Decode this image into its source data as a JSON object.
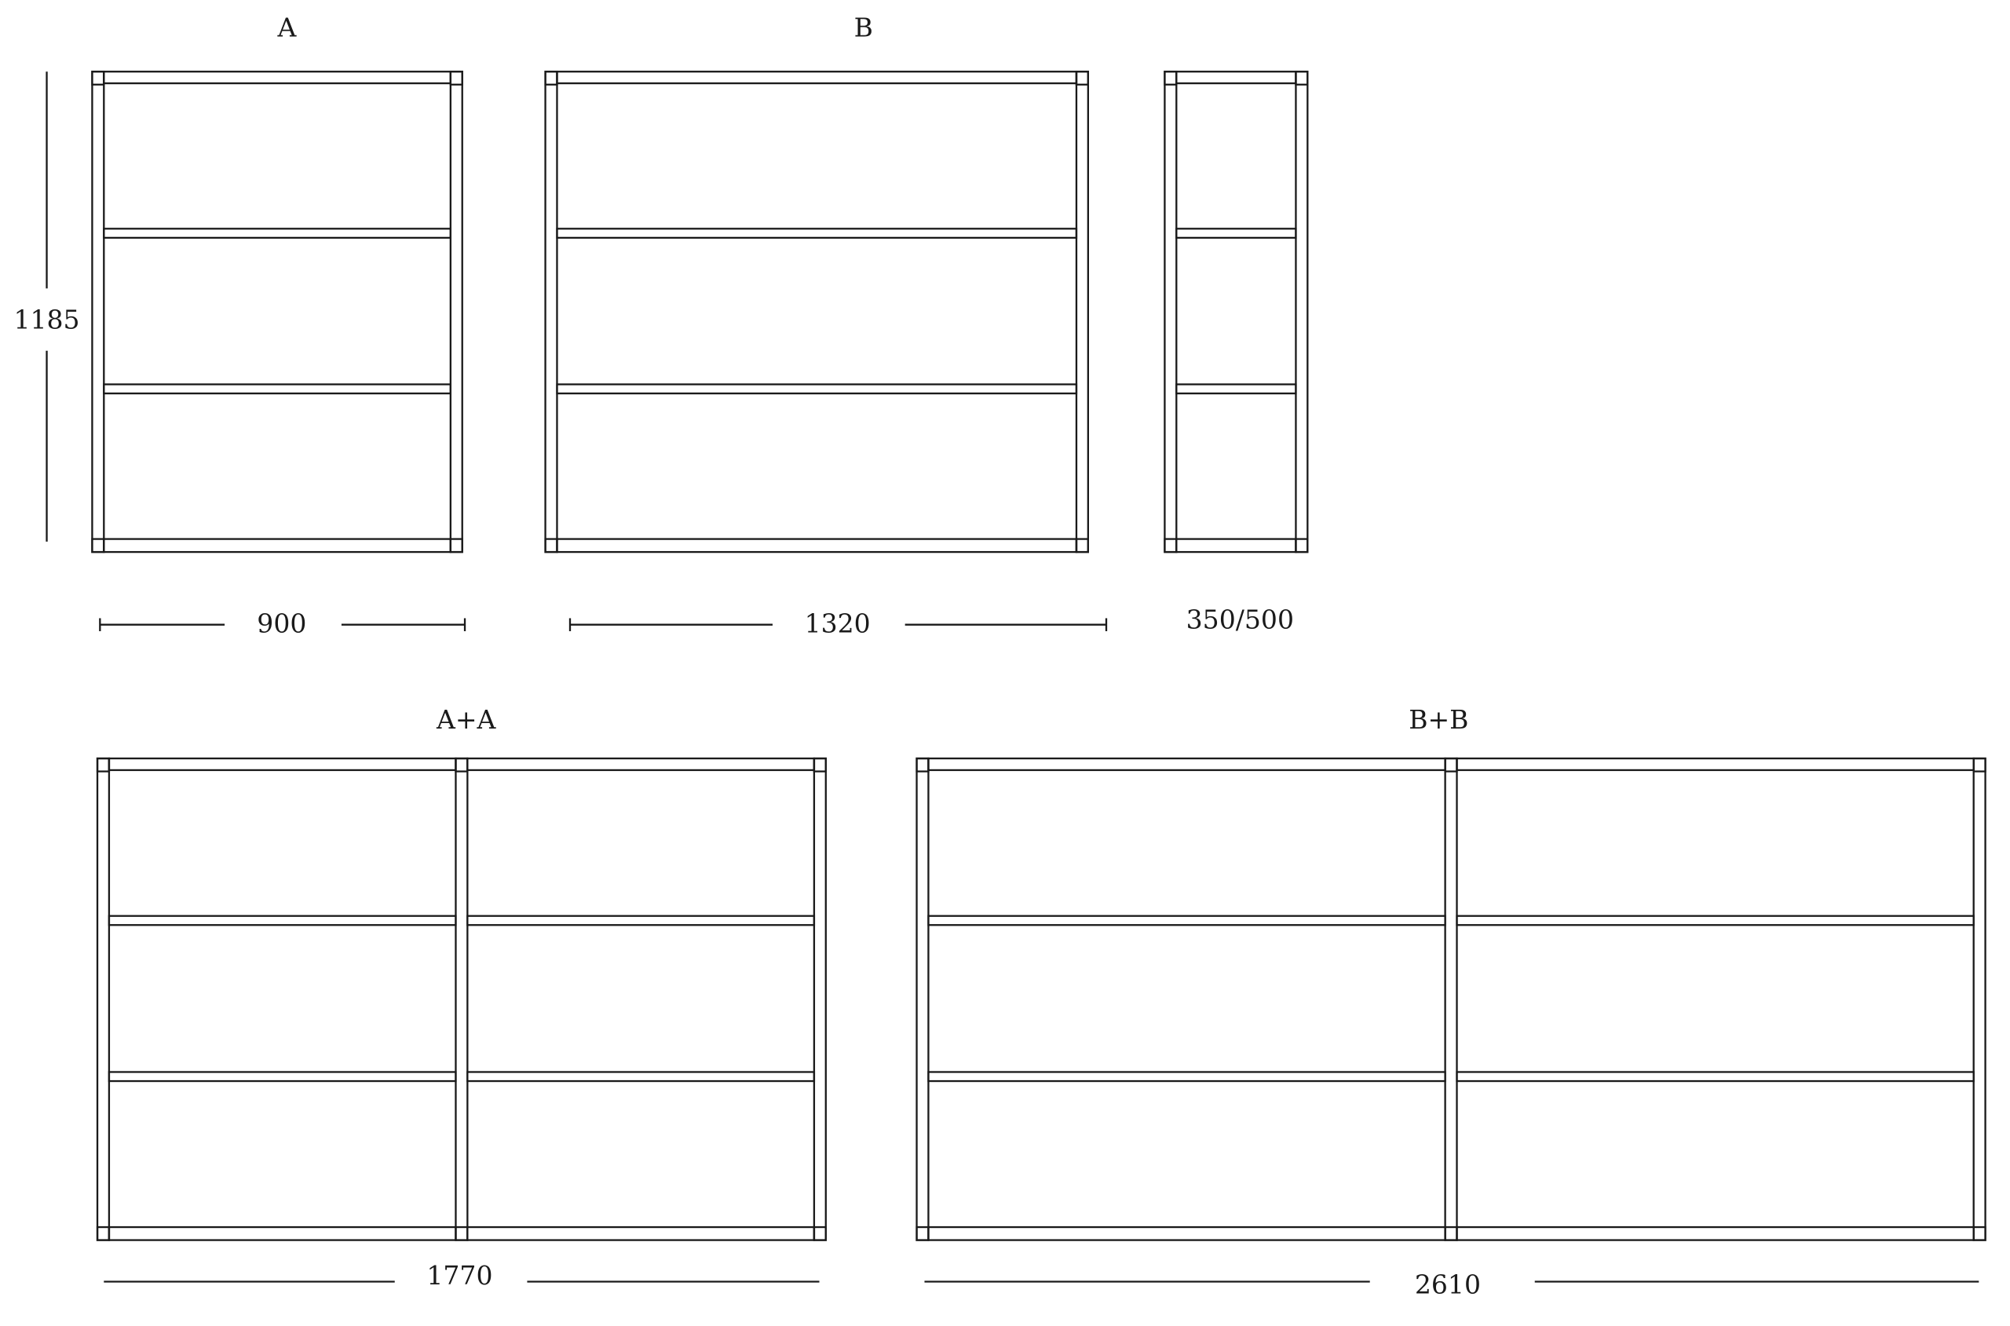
{
  "titles": {
    "a": "A",
    "b": "B",
    "aa": "A+A",
    "bb": "B+B"
  },
  "dimensions": {
    "height": "1185",
    "width_a": "900",
    "width_b": "1320",
    "depth": "350/500",
    "width_aa": "1770",
    "width_bb": "2610"
  },
  "shelf_levels": 3
}
